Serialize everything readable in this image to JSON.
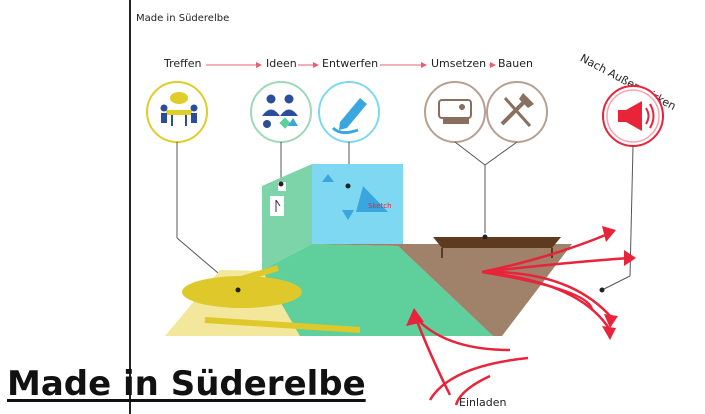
{
  "figure": {
    "title": "Made in Süderelbe",
    "steps": {
      "meet": "Treffen",
      "ideas": "Ideen",
      "design": "Entwerfen",
      "implement": "Umsetzen",
      "build": "Bauen"
    },
    "outreach": "Nach Außen wirken",
    "invite": "Einladen",
    "board_text": "Sketch"
  },
  "page": {
    "title": "Made in Süderelbe"
  },
  "colors": {
    "yellow": "#e0cc2a",
    "blue": "#7fd8f2",
    "green": "#5fcf9c",
    "brown": "#a0826a",
    "red": "#e8233a",
    "arrow_red": "#e86070"
  },
  "icons": [
    "meeting-icon",
    "ideas-icon",
    "pen-icon",
    "sewing-machine-icon",
    "hammer-icon",
    "megaphone-icon"
  ]
}
